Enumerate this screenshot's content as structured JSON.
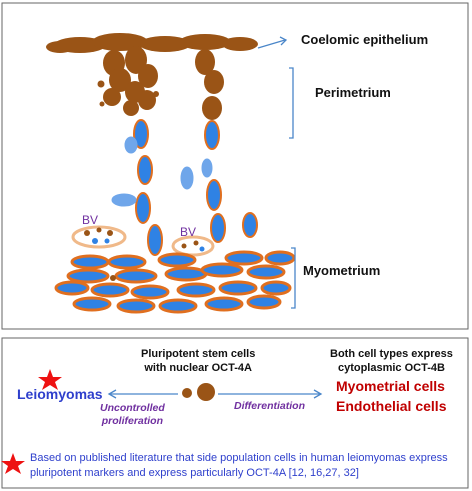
{
  "labels": {
    "coelomic": "Coelomic epithelium",
    "perimetrium": "Perimetrium",
    "myometrium": "Myometrium",
    "bv_left": "BV",
    "bv_right": "BV"
  },
  "legend": {
    "stem_cells": "Pluripotent stem cells\nwith nuclear OCT-4A",
    "both_types": "Both cell types express\ncytoplasmic OCT-4B",
    "leiomyomas": "Leiomyomas",
    "uncontrolled": "Uncontrolled\nproliferation",
    "differentiation": "Differentiation",
    "myometrial_cells": "Myometrial cells",
    "endothelial_cells": "Endothelial cells",
    "footnote": "Based on published literature that  side population cells in human leiomyomas express pluripotent markers and express particularly OCT-4A [12, 16,27, 32]"
  },
  "colors": {
    "brown": "#9a5416",
    "blue": "#2f82e4",
    "orange": "#e06f1f",
    "light_blue": "#6fa6ea",
    "arrow": "#4a86c9",
    "bv_ring": "#f0b989",
    "purple": "#7030a0",
    "red": "#c00000",
    "footnote_blue": "#2e3fcc"
  }
}
